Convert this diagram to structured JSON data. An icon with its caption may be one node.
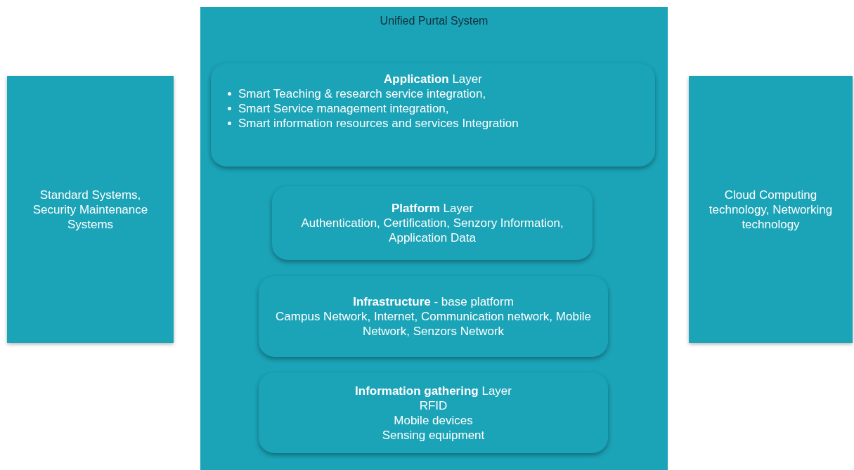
{
  "diagram": {
    "nodes": [
      {
        "text": [
          "Unified Purtal System"
        ]
      },
      {
        "text": [
          "**Application** Layer",
          "Smart Teaching & research service integration,",
          "Smart Service management integration,",
          "Smart  information resources and services Integration"
        ],
        "in": 0
      },
      {
        "text": [
          "**Platform** Layer",
          "Authentication, Certification, Senzory Information, Application Data"
        ],
        "in": 0
      },
      {
        "text": [
          "**Infrastructure** - base platform",
          "Campus Network, Internet, Communication network, Mobile Network, Senzors Network"
        ],
        "in": 0
      },
      {
        "text": [
          "**Information gathering**  Layer",
          "RFID",
          "Mobile devices",
          "Sensing equipment"
        ],
        "in": 0
      },
      {
        "text": [
          "Standard Systems, Security Maintenance Systems"
        ]
      },
      {
        "text": [
          "Cloud Computing technology, Networking technology"
        ]
      }
    ]
  }
}
